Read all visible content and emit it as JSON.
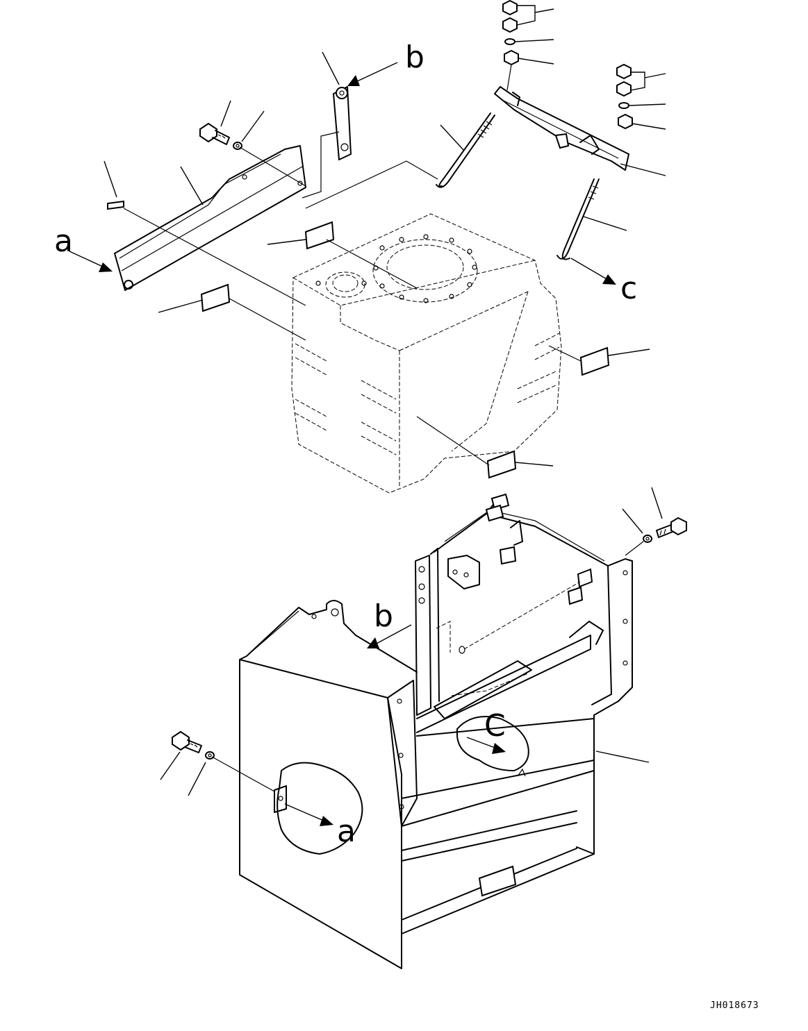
{
  "callouts": {
    "a_top": "a",
    "b_top": "b",
    "c_top": "c",
    "b_lower": "b",
    "c_lower": "C",
    "a_lower": "a"
  },
  "drawing_code": "JH018673"
}
